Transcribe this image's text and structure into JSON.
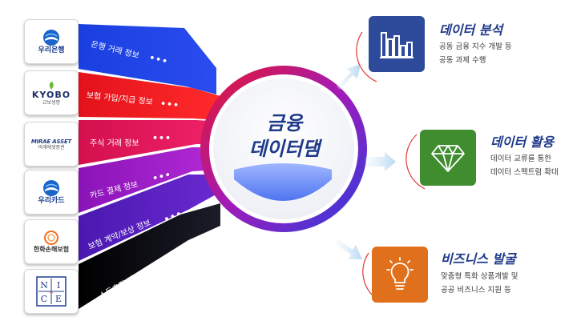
{
  "companies": [
    {
      "name": "우리은행",
      "logo_color": "#1b64c8"
    },
    {
      "name": "KYOBO",
      "sub": "교보생명",
      "logo_color": "#1f2f6b"
    },
    {
      "name": "MIRAE ASSET",
      "sub": "미래에셋증권",
      "logo_color": "#f26a1b"
    },
    {
      "name": "우리카드",
      "logo_color": "#1b64c8"
    },
    {
      "name": "한화손해보험",
      "logo_color": "#f37021"
    },
    {
      "name": "NICE",
      "logo_color": "#1f3f8f"
    }
  ],
  "bands": [
    {
      "label": "은행 거래 정보",
      "color": "#1e46e6"
    },
    {
      "label": "보험 가입/지급 정보",
      "color": "#ee1b24"
    },
    {
      "label": "주식 거래 정보",
      "color": "#e8194f"
    },
    {
      "label": "카드 결제 정보",
      "color": "#9b1cbf"
    },
    {
      "label": "보험 계약/보상 정보",
      "color": "#5a1fbf"
    },
    {
      "label": "소득추정 정보",
      "color": "#101018"
    }
  ],
  "band_ellipsis": "•••",
  "center": {
    "line1": "금융",
    "line2": "데이터댐"
  },
  "outputs": [
    {
      "title": "데이터 분석",
      "desc": [
        "공동 금융 지수 개발 등",
        "공동 과제 수행"
      ],
      "color": "#2e4b9b",
      "icon": "bar-chart-icon"
    },
    {
      "title": "데이터 활용",
      "desc": [
        "데이터 교류를 통한",
        "데이터 스펙트럼 확대"
      ],
      "color": "#3f8d2f",
      "icon": "diamond-icon"
    },
    {
      "title": "비즈니스 발굴",
      "desc": [
        "맞춤형 특화 상품개발 및",
        "공공 비즈니스 지원 등"
      ],
      "color": "#e0701b",
      "icon": "lightbulb-icon"
    }
  ]
}
